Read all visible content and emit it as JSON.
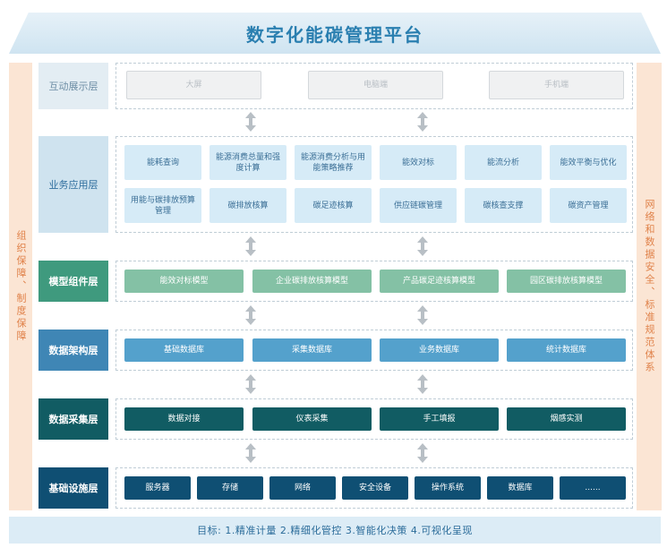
{
  "title": "数字化能碳管理平台",
  "left_pillar": "组织保障、制度保障",
  "right_pillar": "网络和数据安全、标准规范体系",
  "layers": [
    {
      "label": "互动展示层",
      "items": [
        "大屏",
        "电脑端",
        "手机端"
      ]
    },
    {
      "label": "业务应用层",
      "items": [
        "能耗查询",
        "能源消费总量和强度计算",
        "能源消费分析与用能策略推荐",
        "能效对标",
        "能流分析",
        "能效平衡与优化",
        "用能与碳排放预算管理",
        "碳排放核算",
        "碳足迹核算",
        "供应链碳管理",
        "碳核查支撑",
        "碳资产管理"
      ]
    },
    {
      "label": "模型组件层",
      "items": [
        "能效对标模型",
        "企业碳排放核算模型",
        "产品碳足迹核算模型",
        "园区碳排放核算模型"
      ]
    },
    {
      "label": "数据架构层",
      "items": [
        "基础数据库",
        "采集数据库",
        "业务数据库",
        "统计数据库"
      ]
    },
    {
      "label": "数据采集层",
      "items": [
        "数据对接",
        "仪表采集",
        "手工填报",
        "烟感实测"
      ]
    },
    {
      "label": "基础设施层",
      "items": [
        "服务器",
        "存储",
        "网络",
        "安全设备",
        "操作系统",
        "数据库",
        "......"
      ]
    }
  ],
  "footer": "目标: 1.精准计量  2.精细化管控  3.智能化决策  4.可视化呈现",
  "colors": {
    "title": "#2a7fb0",
    "pillar_bg": "#fbe5d4",
    "pillar_text": "#e0824a",
    "label_display": "#e3edf3",
    "label_app": "#cfe3ef",
    "label_model": "#3f9a7e",
    "label_data": "#3f86b5",
    "label_collect": "#115c63",
    "label_infra": "#0f4f73"
  }
}
